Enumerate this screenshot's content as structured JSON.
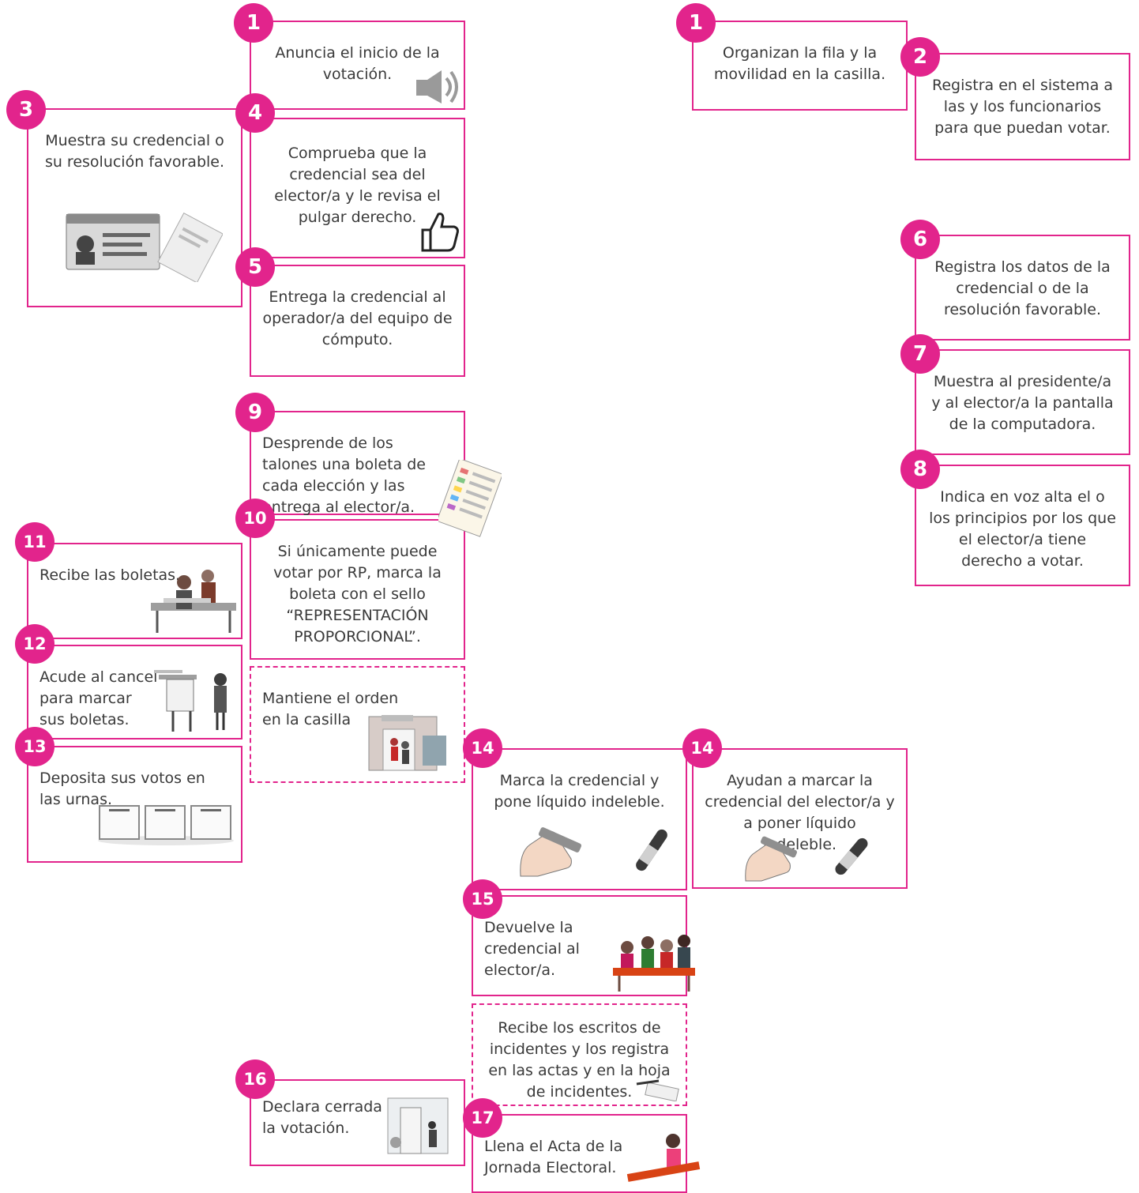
{
  "colors": {
    "accent": "#e2248c",
    "text": "#3a3a3a"
  },
  "left_steps": [
    {
      "num": "1",
      "text": "Anuncia el inicio de la votación."
    },
    {
      "num": "3",
      "text": "Muestra su credencial o su resolución favorable."
    },
    {
      "num": "4",
      "text": "Comprueba que la credencial sea del elector/a y le revisa el pulgar derecho."
    },
    {
      "num": "5",
      "text": "Entrega la credencial al operador/a del equipo de cómputo."
    },
    {
      "num": "9",
      "text": "Desprende de los talones una boleta de cada elección y las entrega al elector/a."
    },
    {
      "num": "10",
      "text": "Si únicamente puede votar por RP, marca la boleta con el sello “REPRESENTACIÓN PROPORCIONAL”."
    },
    {
      "num": "11",
      "text": "Recibe las boletas."
    },
    {
      "num": "12",
      "text": "Acude al cancel para marcar sus boletas."
    },
    {
      "num": "13",
      "text": "Deposita sus votos en las urnas."
    },
    {
      "num": "",
      "text": "Mantiene el orden en la casilla"
    },
    {
      "num": "14",
      "text": "Marca la credencial y pone líquido indeleble."
    },
    {
      "num": "15",
      "text": "Devuelve la credencial al elector/a."
    },
    {
      "num": "",
      "text": "Recibe los escritos de incidentes y los registra en las actas y en la hoja de incidentes."
    },
    {
      "num": "16",
      "text": "Declara cerrada la votación."
    },
    {
      "num": "17",
      "text": "Llena el Acta de la Jornada Electoral."
    }
  ],
  "right_steps": [
    {
      "num": "1",
      "text": "Organizan la fila y la movilidad en la casilla."
    },
    {
      "num": "2",
      "text": "Registra en el sistema a las y los funcionarios para que puedan votar."
    },
    {
      "num": "6",
      "text": "Registra los datos de la credencial o de la resolución favorable."
    },
    {
      "num": "7",
      "text": "Muestra al presidente/a y al elector/a la pantalla de la computadora."
    },
    {
      "num": "8",
      "text": "Indica en voz alta el o los principios por los que el elector/a tiene derecho a votar."
    },
    {
      "num": "14",
      "text": "Ayudan a marcar la credencial del elector/a y a poner líquido indeleble."
    }
  ]
}
